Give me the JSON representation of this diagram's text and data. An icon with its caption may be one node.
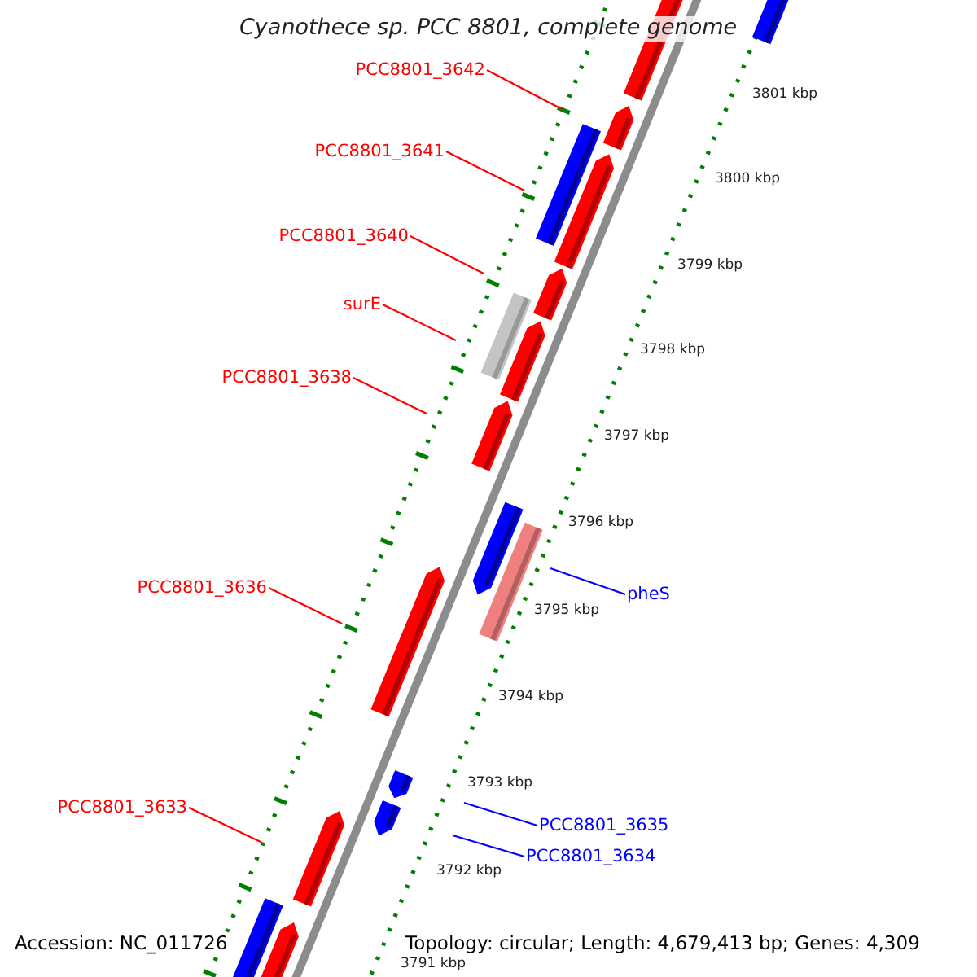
{
  "diagram": {
    "title": "Cyanothece sp. PCC 8801, complete genome",
    "nodes": [
      {
        "text": [
          "PCC8801_3642"
        ]
      },
      {
        "text": [
          "PCC8801_3641"
        ]
      },
      {
        "text": [
          "PCC8801_3640"
        ]
      },
      {
        "text": [
          "surE"
        ]
      },
      {
        "text": [
          "PCC8801_3638"
        ]
      },
      {
        "text": [
          "PCC8801_3636"
        ]
      },
      {
        "text": [
          "PCC8801_3633"
        ]
      },
      {
        "text": [
          "pheS"
        ]
      },
      {
        "text": [
          "PCC8801_3635"
        ]
      },
      {
        "text": [
          "PCC8801_3634"
        ]
      }
    ],
    "edges": [
      {
        "from": 0,
        "to": null,
        "arrow": "none"
      },
      {
        "from": 1,
        "to": null,
        "arrow": "none"
      },
      {
        "from": 2,
        "to": null,
        "arrow": "none"
      },
      {
        "from": 3,
        "to": null,
        "arrow": "none"
      },
      {
        "from": 4,
        "to": null,
        "arrow": "none"
      },
      {
        "from": 5,
        "to": null,
        "arrow": "none"
      },
      {
        "from": 6,
        "to": null,
        "arrow": "none"
      },
      {
        "from": 7,
        "to": null,
        "arrow": "none",
        "color": "#0000ff"
      },
      {
        "from": 8,
        "to": null,
        "arrow": "none",
        "color": "#0000ff"
      },
      {
        "from": 9,
        "to": null,
        "arrow": "none",
        "color": "#0000ff"
      }
    ],
    "labels": [
      "3801 kbp",
      "3800 kbp",
      "3799 kbp",
      "3798 kbp",
      "3797 kbp",
      "3796 kbp",
      "3795 kbp",
      "3794 kbp",
      "3793 kbp",
      "3792 kbp",
      "3791 kbp",
      "Accession: NC_011726",
      "Topology: circular; Length: 4,679,413 bp; Genes: 4,309"
    ]
  }
}
